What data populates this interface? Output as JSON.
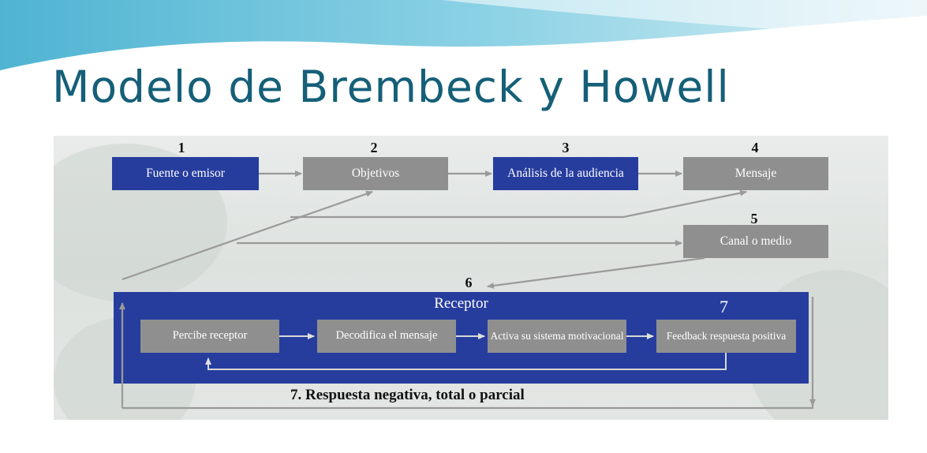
{
  "slide": {
    "title": "Modelo de Brembeck y Howell"
  },
  "diagram": {
    "top_row": [
      {
        "number": "1",
        "label": "Fuente o emisor"
      },
      {
        "number": "2",
        "label": "Objetivos"
      },
      {
        "number": "3",
        "label": "Análisis de la audiencia"
      },
      {
        "number": "4",
        "label": "Mensaje"
      }
    ],
    "canal": {
      "number": "5",
      "label": "Canal o medio"
    },
    "receptor_number": "6",
    "receptor": {
      "title": "Receptor",
      "number": "7",
      "steps": [
        {
          "label": "Percibe receptor"
        },
        {
          "label": "Decodifica el mensaje"
        },
        {
          "label": "Activa su sistema motivacional"
        },
        {
          "label": "Feedback respuesta positiva"
        }
      ]
    },
    "negative_response": "7. Respuesta negativa, total o parcial"
  },
  "colors": {
    "title": "#155f78",
    "blue_box": "#263d9e",
    "gray_box": "#8f8f8f",
    "arrow": "#9a9a9a"
  }
}
